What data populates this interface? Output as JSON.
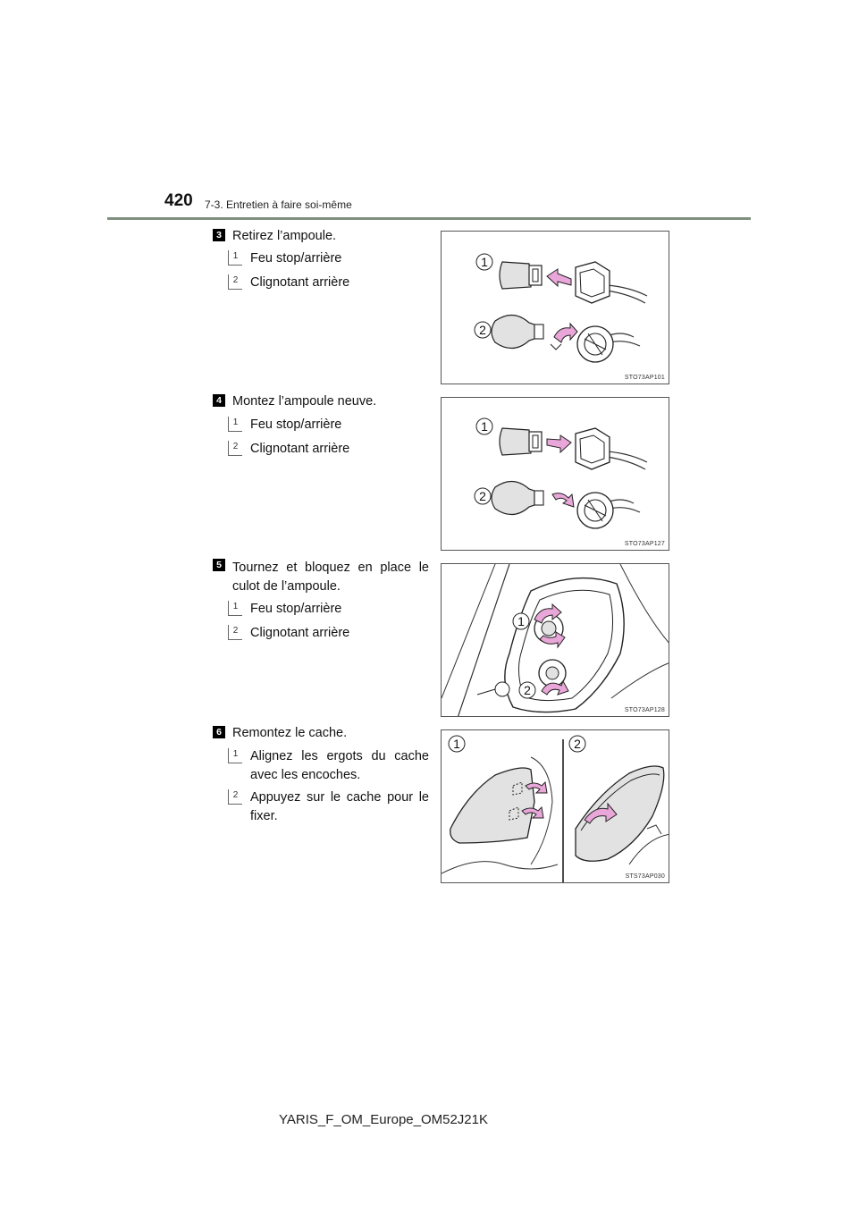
{
  "header": {
    "page_number": "420",
    "section": "7-3. Entretien à faire soi-même"
  },
  "steps": [
    {
      "number": "3",
      "title": "Retirez l’ampoule.",
      "substeps": [
        {
          "number": "1",
          "text": "Feu stop/arrière"
        },
        {
          "number": "2",
          "text": "Clignotant arrière"
        }
      ],
      "figure": {
        "code": "STO73AP101",
        "callouts": [
          "1",
          "2"
        ]
      }
    },
    {
      "number": "4",
      "title": "Montez l’ampoule neuve.",
      "substeps": [
        {
          "number": "1",
          "text": "Feu stop/arrière"
        },
        {
          "number": "2",
          "text": "Clignotant arrière"
        }
      ],
      "figure": {
        "code": "STO73AP127",
        "callouts": [
          "1",
          "2"
        ]
      }
    },
    {
      "number": "5",
      "title": "Tournez et bloquez en place le culot de l’ampoule.",
      "substeps": [
        {
          "number": "1",
          "text": "Feu stop/arrière"
        },
        {
          "number": "2",
          "text": "Clignotant arrière"
        }
      ],
      "figure": {
        "code": "STO73AP128",
        "callouts": [
          "1",
          "2"
        ]
      }
    },
    {
      "number": "6",
      "title": "Remontez le cache.",
      "substeps": [
        {
          "number": "1",
          "text": "Alignez les ergots du cache avec les encoches."
        },
        {
          "number": "2",
          "text": "Appuyez sur le cache pour le fixer."
        }
      ],
      "figure": {
        "code": "STS73AP030",
        "callouts": [
          "1",
          "2"
        ]
      }
    }
  ],
  "footer": {
    "doc_id": "YARIS_F_OM_Europe_OM52J21K"
  },
  "colors": {
    "header_rule": "#7f8f7f",
    "arrow_fill": "#e9a6d9",
    "bulb_fill": "#e2e2e2"
  }
}
